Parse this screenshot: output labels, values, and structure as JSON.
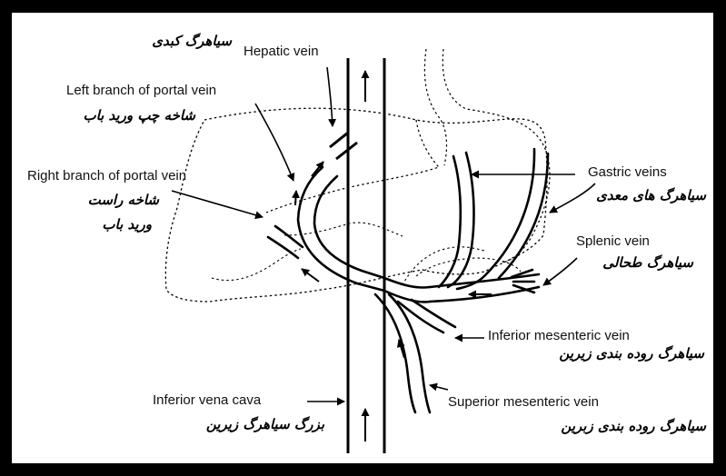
{
  "labels": {
    "hepatic_en": "Hepatic vein",
    "hepatic_fa": "سیاهرگ کبدی",
    "left_branch_en": "Left branch of portal vein",
    "left_branch_fa": "شاخه چپ ورید باب",
    "right_branch_en": "Right branch of portal vein",
    "right_branch_fa_1": "شاخه راست",
    "right_branch_fa_2": "ورید باب",
    "gastric_en": "Gastric veins",
    "gastric_fa": "سیاهرگ های معدی",
    "splenic_en": "Splenic vein",
    "splenic_fa": "سیاهرگ طحالی",
    "inf_mes_en": "Inferior mesenteric vein",
    "inf_mes_fa": "سیاهرگ روده بندی زیرین",
    "sup_mes_en": "Superior mesenteric vein",
    "sup_mes_fa": "سیاهرگ روده بندی زبرین",
    "ivc_en": "Inferior vena cava",
    "ivc_fa": "بزرگ سیاهرگ زیرین"
  },
  "colors": {
    "background": "#000000",
    "canvas": "#ffffff",
    "ink": "#000000"
  }
}
